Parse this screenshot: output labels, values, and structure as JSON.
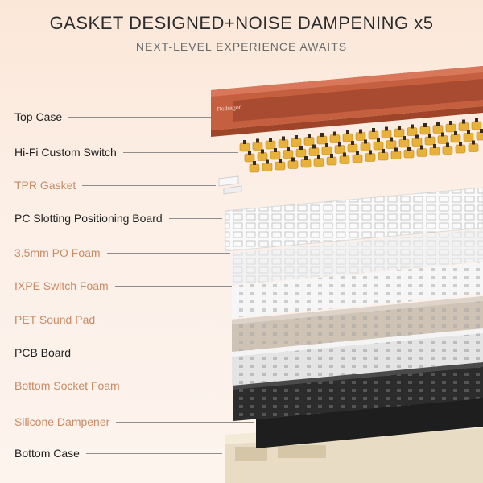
{
  "header": {
    "title": "GASKET DESIGNED+NOISE DAMPENING x5",
    "subtitle": "NEXT-LEVEL EXPERIENCE AWAITS"
  },
  "brand_mark": "Redragon",
  "layers": [
    {
      "label": "Top Case",
      "tone": "dark"
    },
    {
      "label": "Hi-Fi Custom Switch",
      "tone": "dark"
    },
    {
      "label": "TPR Gasket",
      "tone": "accent"
    },
    {
      "label": "PC Slotting Positioning Board",
      "tone": "dark"
    },
    {
      "label": "3.5mm PO Foam",
      "tone": "accent"
    },
    {
      "label": "IXPE Switch Foam",
      "tone": "accent"
    },
    {
      "label": "PET Sound Pad",
      "tone": "accent"
    },
    {
      "label": "PCB Board",
      "tone": "dark"
    },
    {
      "label": "Bottom Socket Foam",
      "tone": "accent"
    },
    {
      "label": "Silicone Dampener",
      "tone": "accent"
    },
    {
      "label": "Bottom Case",
      "tone": "dark"
    }
  ],
  "colors": {
    "label_dark": "#1f1f1f",
    "label_accent": "#c98a64",
    "top_case": "#c4603f",
    "switch": "#e8b23a",
    "bottom_case": "#e9dcc4"
  }
}
